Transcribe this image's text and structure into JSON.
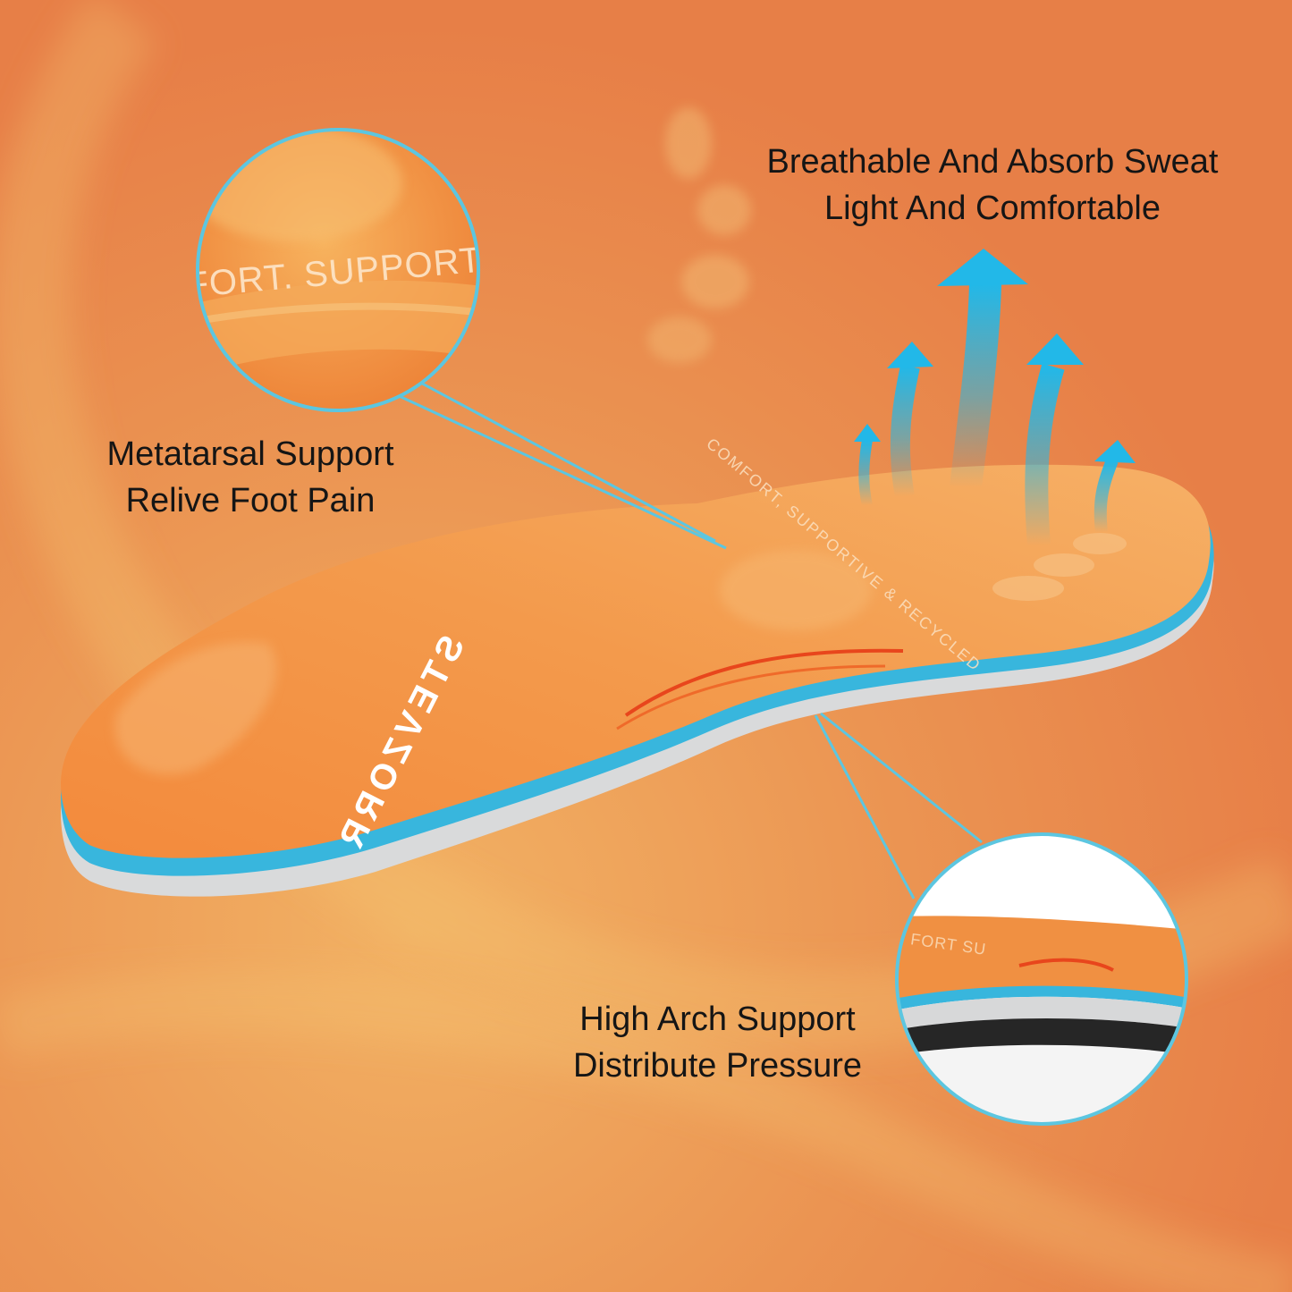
{
  "colors": {
    "background": "#e77f47",
    "background_glow": "#f2b264",
    "insole_top": "#f08d3f",
    "foam_layer": "#38b6dd",
    "base_layer": "#d9dadb",
    "arrow": "#22b8e8",
    "callout_line": "#5cc6e0",
    "caption_text": "#151515"
  },
  "captions": {
    "breathable": {
      "line1": "Breathable And Absorb Sweat",
      "line2": "Light And Comfortable"
    },
    "metatarsal": {
      "line1": "Metatarsal Support",
      "line2": "Relive Foot Pain"
    },
    "arch": {
      "line1": "High Arch Support",
      "line2": "Distribute Pressure"
    }
  },
  "product": {
    "brand_print": "STEVZORR",
    "slogan_print": "COMFORT, SUPPORTIVE & RECYCLED",
    "zoom_print_top": "FORT. SUPPORT",
    "zoom_print_bottom": "FORT SU"
  },
  "icons": {
    "arrows": "up-arrow-icon",
    "zoom_top": "magnifier-callout-metatarsal",
    "zoom_bottom": "magnifier-callout-arch"
  }
}
